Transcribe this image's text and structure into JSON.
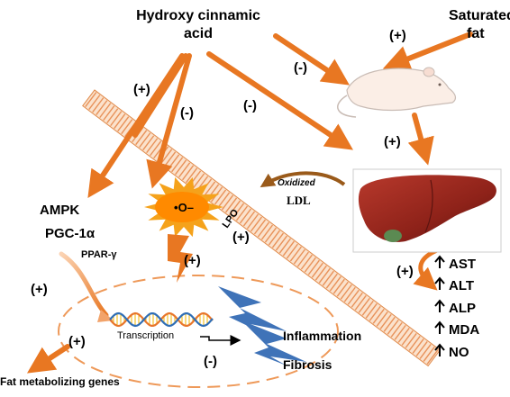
{
  "title_line1": "Hydroxy cinnamic",
  "title_line2": "acid",
  "sat_fat_line1": "Saturated",
  "sat_fat_line2": "fat",
  "signs": {
    "satfat_rat": "(+)",
    "acid_rat": "(-)",
    "acid_liver": "(-)",
    "acid_ampk": "(+)",
    "acid_ros": "(-)",
    "rat_liver": "(+)",
    "ldl_ros": "(+)",
    "ros_nucleus": "(+)",
    "ampk_genes_top": "(+)",
    "ampk_genes_bottom": "(+)",
    "transcription": "(-)",
    "liver_enzymes": "(+)"
  },
  "ros_label": "•O–",
  "lpo_label": "LPO",
  "oxidized_label": "Oxidized",
  "ldl_label": "LDL",
  "ampk": "AMPK",
  "pgc": "PGC-1α",
  "ppar": "PPAR-γ",
  "transcription": "Transcription",
  "inflammation": "Inflammation",
  "fibrosis": "Fibrosis",
  "fat_genes": "Fat metabolizing genes",
  "markers": [
    "AST",
    "ALT",
    "ALP",
    "MDA",
    "NO"
  ],
  "colors": {
    "arrow": "#e87722",
    "ldl_arrow": "#9a5a1a",
    "liver": "#8e2219",
    "lightning": "#3f73b8",
    "ros_star": "#f5a21b",
    "ros_core": "#ff8a00"
  }
}
